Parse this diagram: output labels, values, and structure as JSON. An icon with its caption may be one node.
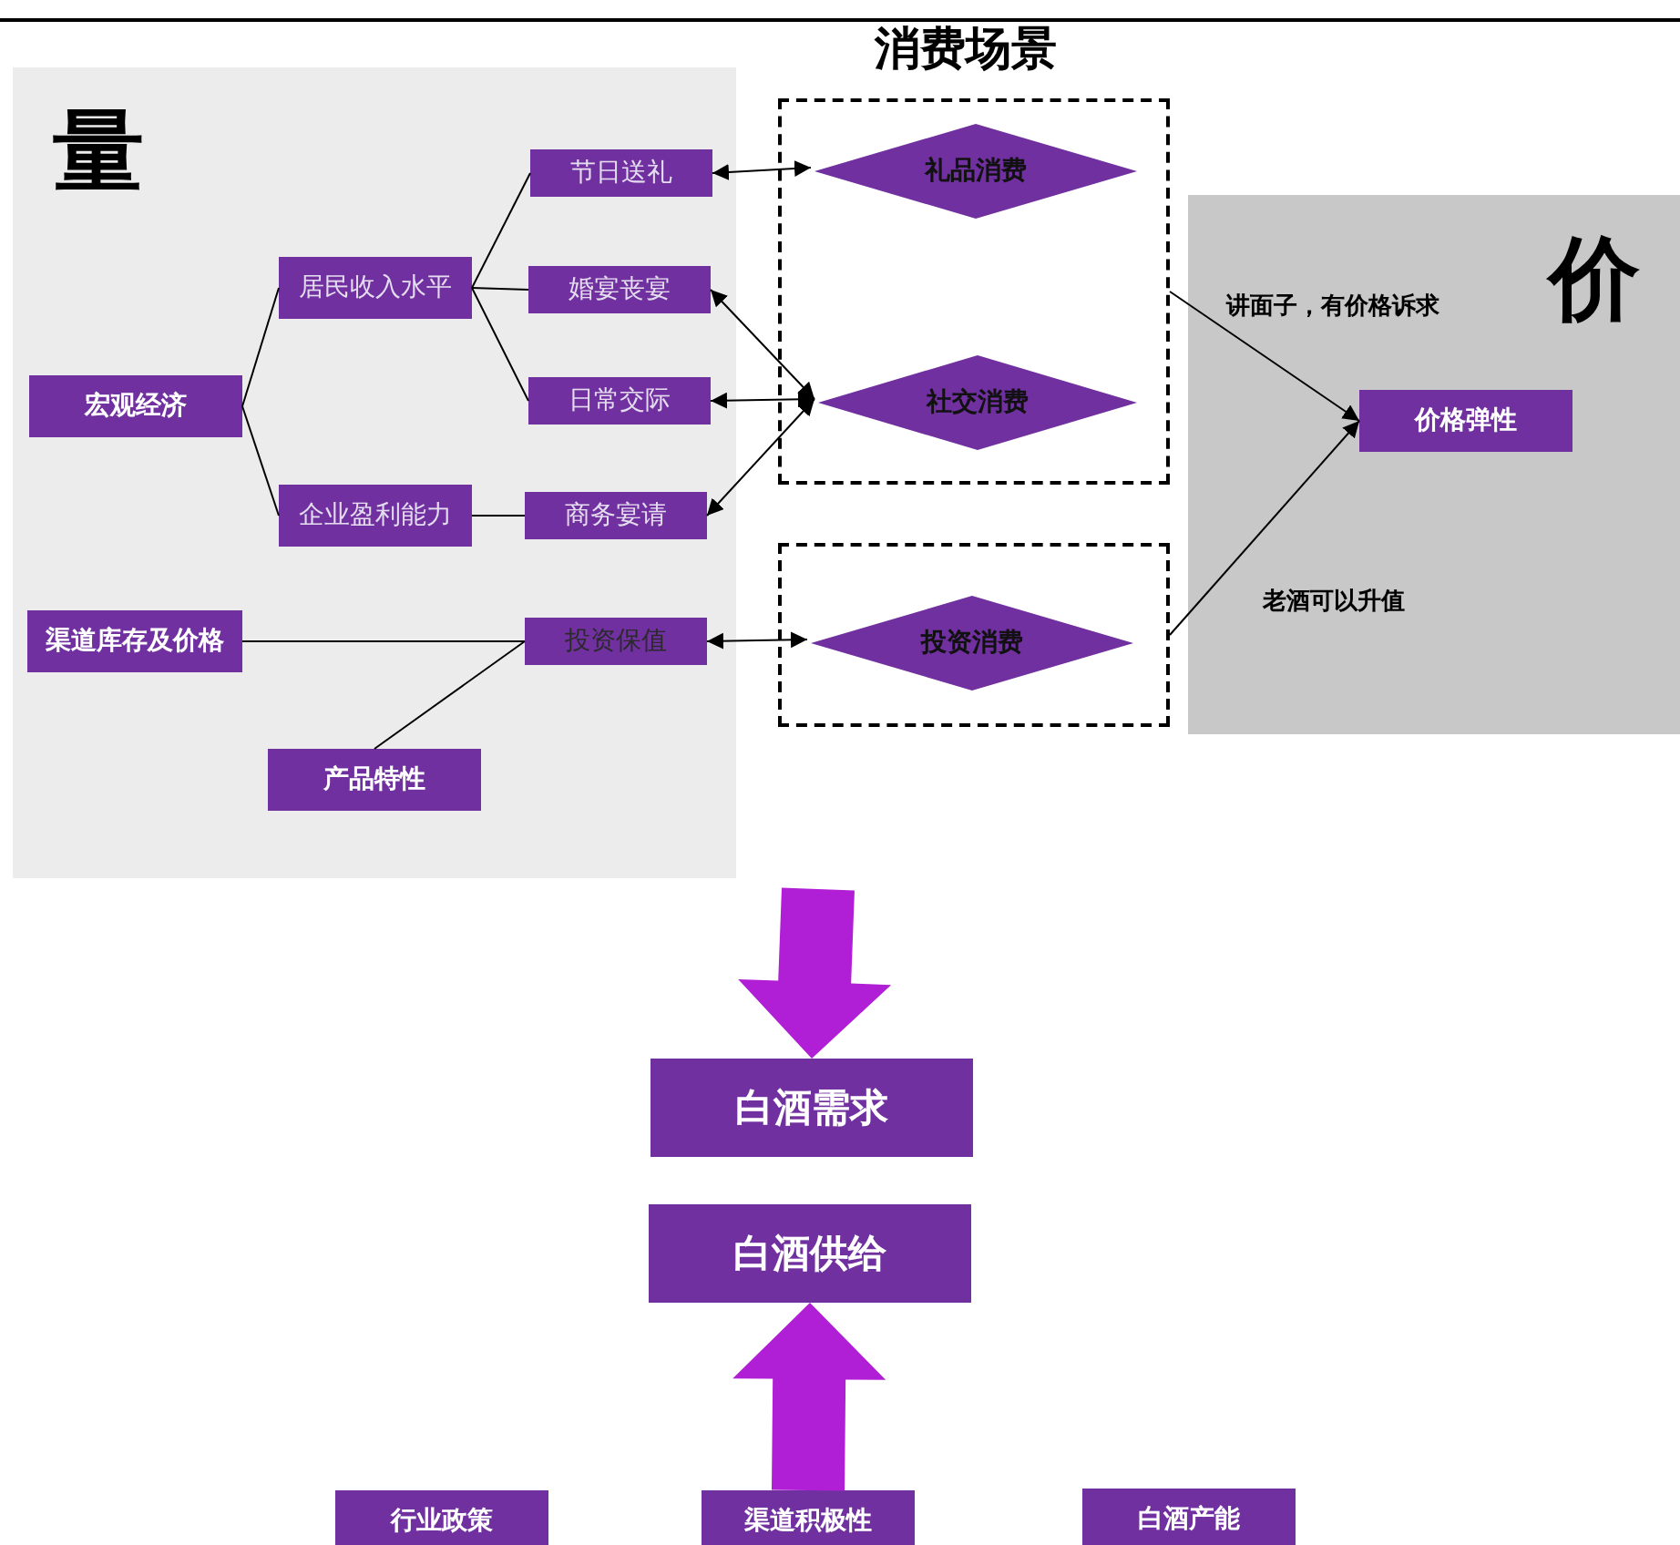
{
  "diagram": {
    "title": "消费场景",
    "nodes": [
      {
        "text": [
          "量"
        ]
      },
      {
        "text": [
          "宏观经济"
        ],
        "in": 0
      },
      {
        "text": [
          "居民收入水平"
        ],
        "in": 0
      },
      {
        "text": [
          "企业盈利能力"
        ],
        "in": 0
      },
      {
        "text": [
          "节日送礼"
        ],
        "in": 0
      },
      {
        "text": [
          "婚宴丧宴"
        ],
        "in": 0
      },
      {
        "text": [
          "日常交际"
        ],
        "in": 0
      },
      {
        "text": [
          "商务宴请"
        ],
        "in": 0
      },
      {
        "text": [
          "渠道库存及价格"
        ],
        "in": 0
      },
      {
        "text": [
          "投资保值"
        ],
        "in": 0
      },
      {
        "text": [
          "产品特性"
        ],
        "in": 0
      },
      {
        "text": [],
        "shape": "box"
      },
      {
        "text": [
          "礼品消费"
        ],
        "in": 11
      },
      {
        "text": [
          "社交消费"
        ],
        "in": 11
      },
      {
        "text": [],
        "shape": "box"
      },
      {
        "text": [
          "投资消费"
        ],
        "in": 14
      },
      {
        "text": [
          "价"
        ]
      },
      {
        "text": [
          "价格弹性"
        ],
        "in": 16
      },
      {
        "text": [
          "白酒需求"
        ]
      },
      {
        "text": [
          "白酒供给"
        ]
      },
      {
        "text": [
          "行业政策"
        ]
      },
      {
        "text": [
          "渠道积极性"
        ]
      },
      {
        "text": [
          "白酒产能"
        ]
      }
    ],
    "edges": [
      {
        "from": 1,
        "to": 2,
        "arrow": "none"
      },
      {
        "from": 1,
        "to": 3,
        "arrow": "none"
      },
      {
        "from": 2,
        "to": 4,
        "arrow": "none"
      },
      {
        "from": 2,
        "to": 5,
        "arrow": "none"
      },
      {
        "from": 2,
        "to": 6,
        "arrow": "none"
      },
      {
        "from": 3,
        "to": 7,
        "arrow": "none"
      },
      {
        "from": 8,
        "to": 9,
        "arrow": "none"
      },
      {
        "from": 10,
        "to": 9,
        "arrow": "none"
      },
      {
        "from": 4,
        "to": 12,
        "arrow": "both"
      },
      {
        "from": 5,
        "to": 13,
        "arrow": "both"
      },
      {
        "from": 6,
        "to": 13,
        "arrow": "both"
      },
      {
        "from": 7,
        "to": 13,
        "arrow": "both"
      },
      {
        "from": 9,
        "to": 15,
        "arrow": "both"
      },
      {
        "from": 11,
        "to": 17,
        "arrow": "to",
        "label": "讲面子，有价格诉求"
      },
      {
        "from": 14,
        "to": 17,
        "arrow": "to",
        "label": "老酒可以升值"
      },
      {
        "from": null,
        "to": 18,
        "arrow": "to",
        "style": "thick",
        "color": "#b01fd6"
      },
      {
        "from": 21,
        "to": 19,
        "arrow": "to",
        "style": "thick",
        "color": "#b01fd6"
      }
    ]
  }
}
